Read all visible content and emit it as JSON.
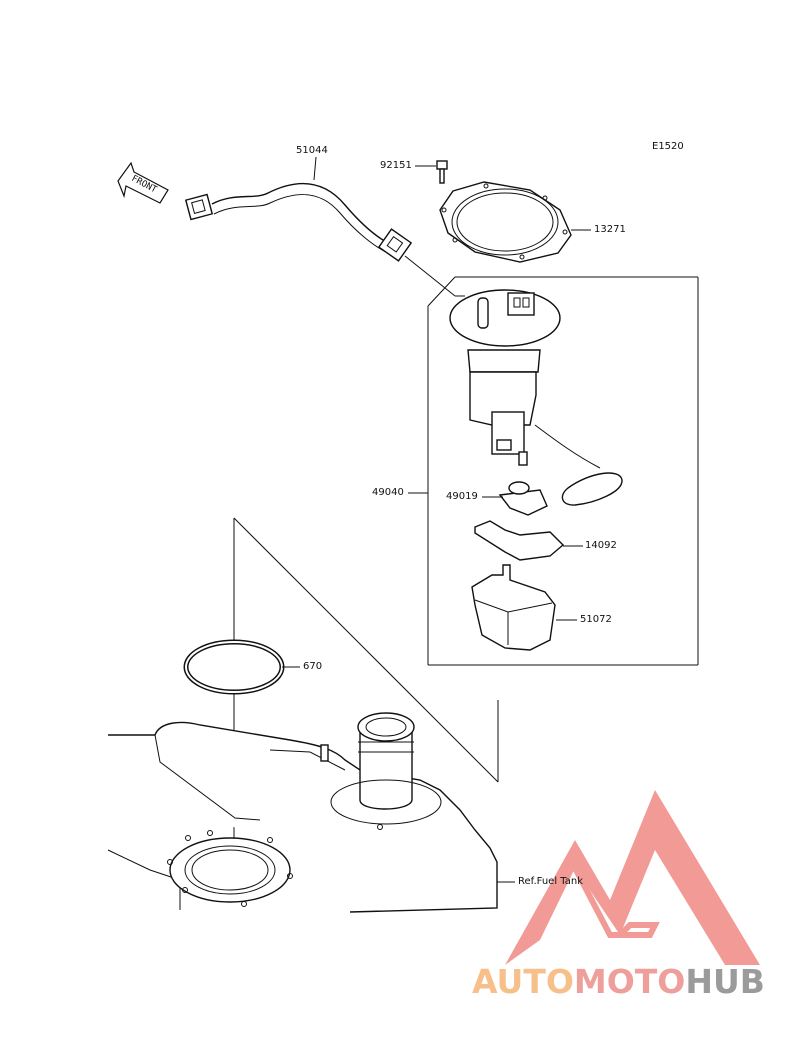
{
  "diagram": {
    "code": "E1520",
    "front_label": "FRONT",
    "parts": [
      {
        "number": "51044",
        "name": "hose"
      },
      {
        "number": "92151",
        "name": "bolt"
      },
      {
        "number": "13271",
        "name": "plate"
      },
      {
        "number": "49040",
        "name": "fuel-pump-assembly"
      },
      {
        "number": "49019",
        "name": "filter"
      },
      {
        "number": "14092",
        "name": "cover"
      },
      {
        "number": "51072",
        "name": "case"
      },
      {
        "number": "670",
        "name": "o-ring"
      }
    ],
    "reference": "Ref.Fuel Tank"
  },
  "watermark": {
    "part1": "AUTO",
    "part2": "MOTO",
    "part3": "HUB",
    "colors": {
      "part1": "#f7c08a",
      "part2": "#ee9f9b",
      "part3": "#9b9b9b",
      "logo": "#f08a84"
    }
  }
}
